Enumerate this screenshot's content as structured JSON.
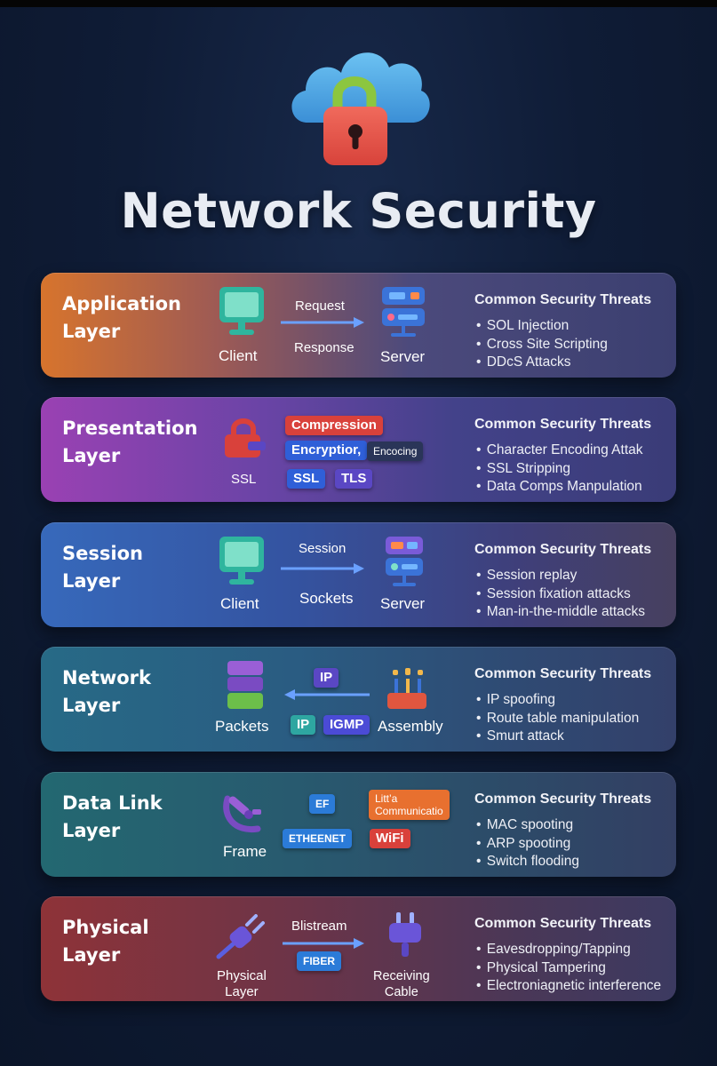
{
  "title": "Network Security",
  "threats_heading": "Common Security Threats",
  "layers": {
    "application": {
      "name_line1": "Application",
      "name_line2": "Layer",
      "client": "Client",
      "server": "Server",
      "request": "Request",
      "response": "Response",
      "threats": [
        "SOL Injection",
        "Cross Site Scripting",
        "DDcS Attacks"
      ]
    },
    "presentation": {
      "name_line1": "Presentation",
      "name_line2": "Layer",
      "compression": "Compression",
      "encryption": "Encryptior,",
      "encoding": "Encocing",
      "ssl_label": "SSL",
      "ssl_chip": "SSL",
      "tls_chip": "TLS",
      "threats": [
        "Character Encoding Attak",
        "SSL Stripping",
        "Data Comps Manpulation"
      ]
    },
    "session": {
      "name_line1": "Session",
      "name_line2": "Layer",
      "client": "Client",
      "server": "Server",
      "session": "Session",
      "sockets": "Sockets",
      "threats": [
        "Session replay",
        "Session fixation attacks",
        "Man-in-the-middle attacks"
      ]
    },
    "network": {
      "name_line1": "Network",
      "name_line2": "Layer",
      "packets": "Packets",
      "assembly": "Assembly",
      "ip_top": "IP",
      "ip_chip": "IP",
      "igmp_chip": "IGMP",
      "threats": [
        "IP spoofing",
        "Route table manipulation",
        "Smurt attack"
      ]
    },
    "datalink": {
      "name_line1": "Data Link",
      "name_line2": "Layer",
      "frame": "Frame",
      "ef_chip": "EF",
      "ethernet_chip": "ETHEENET",
      "comm_line1": "Litt’a",
      "comm_line2": "Communicatio",
      "wifi_chip": "WiFi",
      "threats": [
        "MAC spooting",
        "ARP spooting",
        "Switch flooding"
      ]
    },
    "physical": {
      "name_line1": "Physical",
      "name_line2": "Layer",
      "bitstream": "Blistream",
      "fiber_chip": "FIBER",
      "physical_line1": "Physical",
      "physical_line2": "Layer",
      "receiving_line1": "Receiving",
      "receiving_line2": "Cable",
      "threats": [
        "Eavesdropping/Tapping",
        "Physical Tampering",
        "Electroniagnetic interference"
      ]
    }
  },
  "colors": {
    "background": "#0f1c36",
    "cloud": "#4aa8e6",
    "lock_body": "#e85a4f",
    "lock_shackle": "#8cc63f"
  },
  "icons": {
    "hero": "cloud-lock-icon",
    "client": "monitor-icon",
    "server": "server-icon",
    "packets": "stacked-packets-icon",
    "frame": "frame-link-icon",
    "plug": "plug-icon"
  }
}
